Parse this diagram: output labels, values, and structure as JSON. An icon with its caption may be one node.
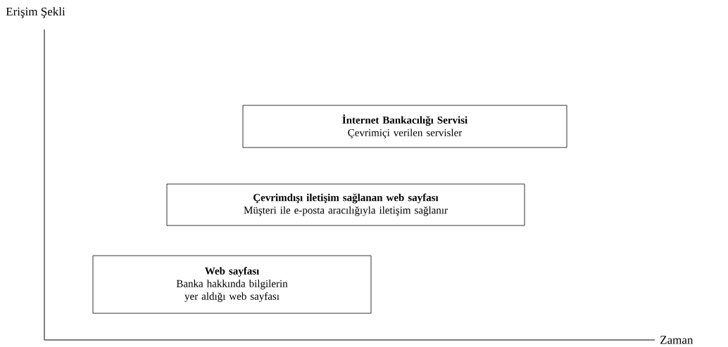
{
  "diagram": {
    "nodes": [
      {
        "text": [
          "İnternet Bankacılığı Servisi",
          "Çevrimiçi verilen servisler"
        ]
      },
      {
        "text": [
          "Çevrimdışı iletişim sağlanan web sayfası",
          "Müşteri ile e-posta aracılığıyla iletişim sağlanır"
        ]
      },
      {
        "text": [
          "Web sayfası",
          "Banka hakkında bilgilerin yer aldığı web sayfası"
        ]
      }
    ],
    "labels": [
      "Erişim Şekli",
      "Zaman"
    ]
  }
}
